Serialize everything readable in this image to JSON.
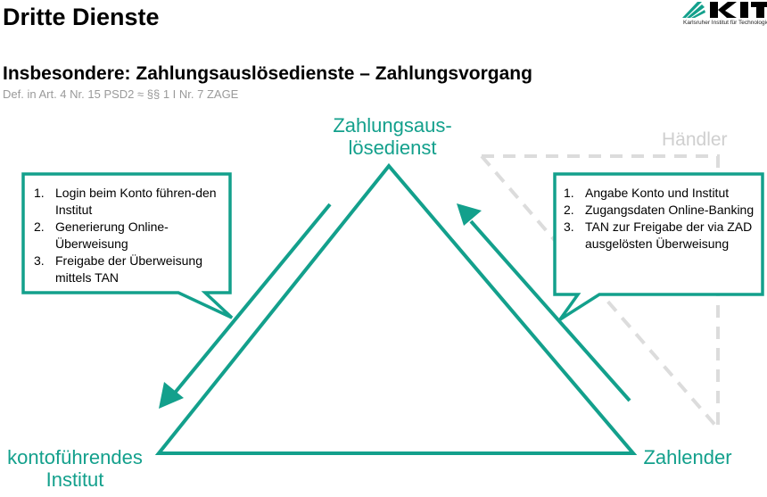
{
  "slide": {
    "title": "Dritte Dienste",
    "subtitle": "Insbesondere: Zahlungsauslösedienste – Zahlungsvorgang",
    "reference": "Def. in Art. 4 Nr. 15 PSD2 ≈ §§ 1 I Nr. 7 ZAGE"
  },
  "logo": {
    "letters": "KIT",
    "caption": "Karlsruher Institut für Technologie"
  },
  "nodes": {
    "pisp": {
      "line1": "Zahlungsaus-",
      "line2": "lösedienst"
    },
    "bank": {
      "line1": "kontoführendes",
      "line2": "Institut"
    },
    "payer": {
      "label": "Zahlender"
    },
    "merchant": {
      "label": "Händler"
    }
  },
  "callout_left": {
    "items": [
      {
        "num": "1.",
        "text": "Login beim Konto führen-den Institut"
      },
      {
        "num": "2.",
        "text": "Generierung Online-Überweisung"
      },
      {
        "num": "3.",
        "text": "Freigabe der Überweisung mittels TAN"
      }
    ]
  },
  "callout_right": {
    "items": [
      {
        "num": "1.",
        "text": "Angabe Konto und Institut"
      },
      {
        "num": "2.",
        "text": "Zugangsdaten Online-Banking"
      },
      {
        "num": "3.",
        "text": "TAN zur Freigabe der via ZAD ausgelösten Überweisung"
      }
    ]
  },
  "colors": {
    "accent": "#13a08c",
    "merchant_dashed": "#dcdcdc",
    "reference_gray": "#9a9a9a"
  }
}
